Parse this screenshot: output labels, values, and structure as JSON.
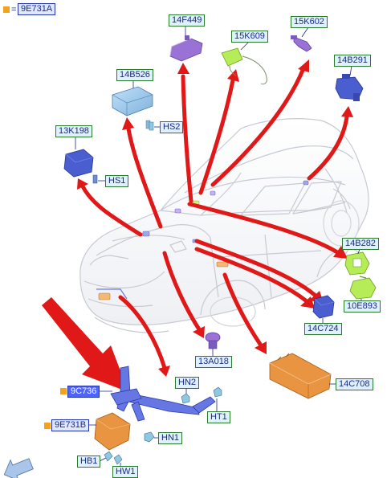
{
  "header": {
    "marker_color": "#f2a21b",
    "equals": "=",
    "code": "9E731A"
  },
  "labels": {
    "l14F449": "14F449",
    "l15K609": "15K609",
    "l15K602": "15K602",
    "l14B291": "14B291",
    "l14B526": "14B526",
    "lHS2": "HS2",
    "l13K198": "13K198",
    "lHS1": "HS1",
    "l14B282": "14B282",
    "l10E893": "10E893",
    "l14C724": "14C724",
    "l13A018": "13A018",
    "l14C708": "14C708",
    "l9C736": "9C736",
    "lHN2": "HN2",
    "l9E731B": "9E731B",
    "lHT1": "HT1",
    "lHN1": "HN1",
    "lHB1": "HB1",
    "lHW1": "HW1"
  },
  "colors": {
    "arrow_red": "#e01818",
    "module_blue": "#4a5ed0",
    "module_purple": "#9a72d6",
    "module_green": "#a8e84a",
    "module_orange": "#e89440",
    "module_lightblue": "#9cc6ea",
    "bracket_blue": "#5566e0",
    "car_line": "#c9ccd4"
  },
  "icons": {
    "nav_arrow": "back-arrow-icon"
  }
}
